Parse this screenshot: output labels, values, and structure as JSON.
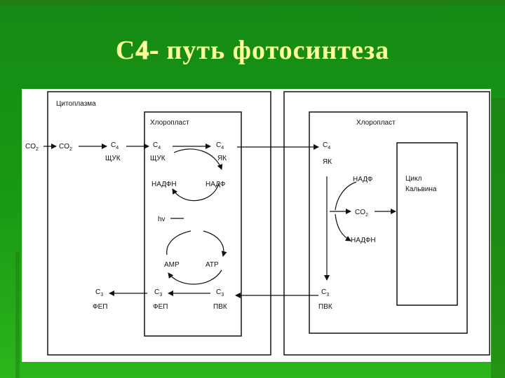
{
  "slide": {
    "title_prefix": "C",
    "title_emph": "4-",
    "title_rest": " путь фотосинтеза"
  },
  "diagram": {
    "cytoplasm_label": "Цитоплазма",
    "chloroplast_mesophyll_label": "Хлоропласт",
    "chloroplast_bundle_label": "Хлоропласт",
    "calvin_cycle_label_line1": "Цикл",
    "calvin_cycle_label_line2": "Кальвина",
    "co2_outside": "CO",
    "co2_cytoplasm": "CO",
    "co2_calvin": "CO",
    "sub_2": "2",
    "c4": "C",
    "sub_4": "4",
    "sub_3": "3",
    "c4_shchuk_cytoplasm": "ЩУК",
    "c4_shchuk_chloroplast": "ЩУК",
    "c4_yak_chloroplast": "ЯК",
    "c4_yak_bundle": "ЯК",
    "nadfh_left": "НАДФН",
    "nadf_left": "НАДФ",
    "hv": "hv",
    "amp": "АМР",
    "atp": "АТР",
    "c3_fep_cytoplasm": "ФЕП",
    "c3_fep_chloroplast": "ФЕП",
    "c3_pvk_chloroplast": "ПВК",
    "c3_pvk_bundle": "ПВК",
    "nadf_right": "НАДФ",
    "nadfh_right": "НАДФН"
  }
}
